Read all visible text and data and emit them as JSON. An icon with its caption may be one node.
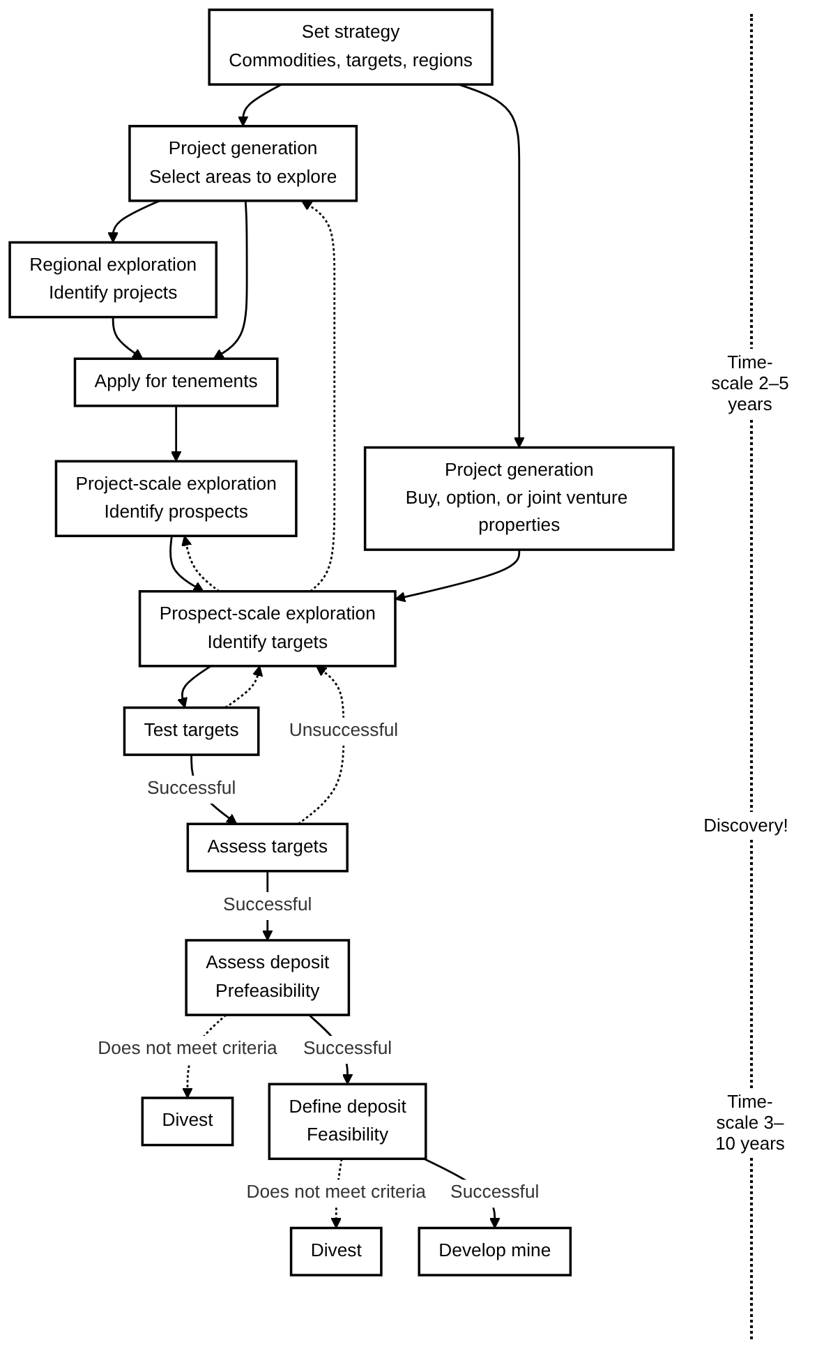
{
  "diagram": {
    "nodes": [
      {
        "text": [
          "Set strategy",
          "Commodities, targets, regions"
        ]
      },
      {
        "text": [
          "Project generation",
          "Select areas to explore"
        ]
      },
      {
        "text": [
          "Project generation",
          "Buy, option, or joint venture properties"
        ]
      },
      {
        "text": [
          "Regional exploration",
          "Identify projects"
        ]
      },
      {
        "text": [
          "Apply for tenements"
        ]
      },
      {
        "text": [
          "Project-scale exploration",
          "Identify prospects"
        ]
      },
      {
        "text": [
          "Prospect-scale exploration",
          "Identify targets"
        ]
      },
      {
        "text": [
          "Test targets"
        ]
      },
      {
        "text": [
          "Assess targets"
        ]
      },
      {
        "text": [
          "Assess deposit",
          "Prefeasibility"
        ]
      },
      {
        "text": [
          "Divest"
        ]
      },
      {
        "text": [
          "Define deposit",
          "Feasibility"
        ]
      },
      {
        "text": [
          "Divest"
        ]
      },
      {
        "text": [
          "Develop mine"
        ]
      }
    ],
    "edges": [
      {
        "from": 0,
        "to": 1,
        "arrow": "to"
      },
      {
        "from": 0,
        "to": 2,
        "arrow": "to"
      },
      {
        "from": 1,
        "to": 3,
        "arrow": "to"
      },
      {
        "from": 1,
        "to": 4,
        "arrow": "to"
      },
      {
        "from": 3,
        "to": 4,
        "arrow": "to"
      },
      {
        "from": 4,
        "to": 5,
        "arrow": "to"
      },
      {
        "from": 5,
        "to": 6,
        "arrow": "to"
      },
      {
        "from": 2,
        "to": 6,
        "arrow": "to"
      },
      {
        "from": 6,
        "to": 1,
        "arrow": "to",
        "style": "dashed"
      },
      {
        "from": 6,
        "to": 5,
        "arrow": "to",
        "style": "dashed"
      },
      {
        "from": 6,
        "to": 7,
        "arrow": "to"
      },
      {
        "from": 7,
        "to": 6,
        "arrow": "to",
        "style": "dashed"
      },
      {
        "from": 7,
        "to": 8,
        "label": "Successful",
        "arrow": "to"
      },
      {
        "from": 8,
        "to": 6,
        "label": "Unsuccessful",
        "arrow": "to",
        "style": "dashed"
      },
      {
        "from": 8,
        "to": 9,
        "label": "Successful",
        "arrow": "to"
      },
      {
        "from": 9,
        "to": 10,
        "label": "Does not meet criteria",
        "arrow": "to",
        "style": "dashed"
      },
      {
        "from": 9,
        "to": 11,
        "label": "Successful",
        "arrow": "to"
      },
      {
        "from": 11,
        "to": 12,
        "label": "Does not meet criteria",
        "arrow": "to",
        "style": "dashed"
      },
      {
        "from": 11,
        "to": 13,
        "label": "Successful",
        "arrow": "to"
      }
    ],
    "labels": [
      "Time- scale 2–5 years",
      "Discovery!",
      "Time- scale 3–10 years"
    ]
  }
}
